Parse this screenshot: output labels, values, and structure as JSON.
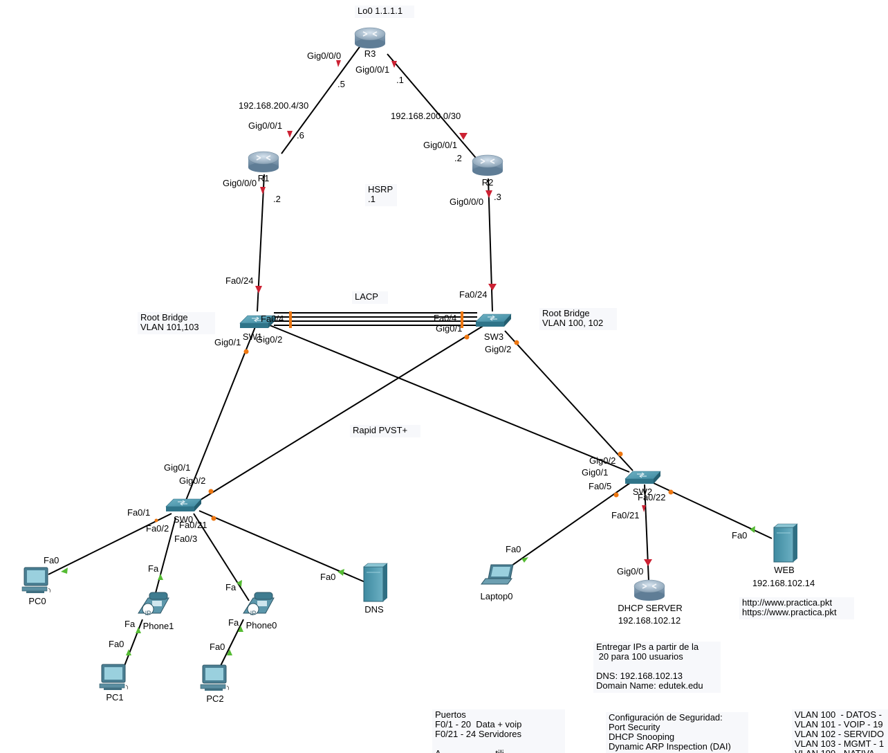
{
  "notes": {
    "lo0": "Lo0 1.1.1.1",
    "hsrp": "HSRP\n.1",
    "lacp": "LACP",
    "root_bridge_left": "Root Bridge\nVLAN 101,103",
    "root_bridge_right": "Root Bridge\nVLAN 100, 102",
    "rapid_pvst": "Rapid PVST+",
    "web_urls": "http://www.practica.pkt\nhttps://www.practica.pkt",
    "dhcp_note": "Entregar IPs a partir de la\n 20 para 100 usuarios\n\nDNS: 192.168.102.13\nDomain Name: edutek.edu",
    "puertos": "Puertos\nF0/1 - 20  Data + voip\nF0/21 - 24 Servidores\n\nA  ...  ...  ...  ...  tili",
    "seguridad": "Configuración de Seguridad:\nPort Security\nDHCP Snooping\nDynamic ARP Inspection (DAI)",
    "vlans": "VLAN 100  - DATOS -\nVLAN 101 - VOIP - 19\nVLAN 102 - SERVIDO\nVLAN 103 - MGMT - 1\nVLAN 199 - NATIVA -"
  },
  "devices": {
    "r3": "R3",
    "r1": "R1",
    "r2": "R2",
    "sw1": "SW1",
    "sw3": "SW3",
    "sw0": "SW0",
    "sw2": "SW2",
    "pc0": "PC0",
    "pc1": "PC1",
    "pc2": "PC2",
    "phone1": "Phone1",
    "phone0": "Phone0",
    "dns": "DNS",
    "laptop0": "Laptop0",
    "dhcp": "DHCP SERVER",
    "dhcp_ip": "192.168.102.12",
    "web": "WEB",
    "web_ip": "192.168.102.14"
  },
  "ports": {
    "r3_g000": "Gig0/0/0",
    "r3_g001": "Gig0/0/1",
    "r3_5": ".5",
    "r3_1": ".1",
    "net_left": "192.168.200.4/30",
    "net_right": "192.168.200.0/30",
    "r1_g001": "Gig0/0/1",
    "r1_6": ".6",
    "r1_g000": "Gig0/0/0",
    "r1_2": ".2",
    "r2_g001": "Gig0/0/1",
    "r2_2": ".2",
    "r2_g000": "Gig0/0/0",
    "r2_3": ".3",
    "sw1_fa024": "Fa0/24",
    "sw1_fa04": "Fa0/4",
    "sw1_g01": "Gig0/1",
    "sw1_g02": "Gig0/2",
    "sw3_fa024": "Fa0/24",
    "sw3_fa04": "Fa0/4",
    "sw3_g01": "Gig0/1",
    "sw3_g02": "Gig0/2",
    "sw0_g01": "Gig0/1",
    "sw0_g02": "Gig0/2",
    "sw0_fa01": "Fa0/1",
    "sw0_fa02": "Fa0/2",
    "sw0_fa021": "Fa0/21",
    "sw0_fa03": "Fa0/3",
    "pc0_fa0": "Fa0",
    "ph1_fa_up": "Fa",
    "ph1_fa_down": "Fa",
    "pc1_fa0": "Fa0",
    "ph0_fa_up": "Fa",
    "ph0_fa_down": "Fa",
    "pc2_fa0": "Fa0",
    "dns_fa0": "Fa0",
    "sw2_g02": "Gig0/2",
    "sw2_g01": "Gig0/1",
    "sw2_fa05": "Fa0/5",
    "sw2_fa022": "Fa0/22",
    "sw2_fa021": "Fa0/21",
    "laptop_fa0": "Fa0",
    "dhcp_g00": "Gig0/0",
    "web_fa0": "Fa0"
  },
  "colors": {
    "link": "#000000",
    "down": "#cc2233",
    "up": "#55bb33",
    "blocking": "#ee7711",
    "note_bg": "#f7f8fb"
  }
}
